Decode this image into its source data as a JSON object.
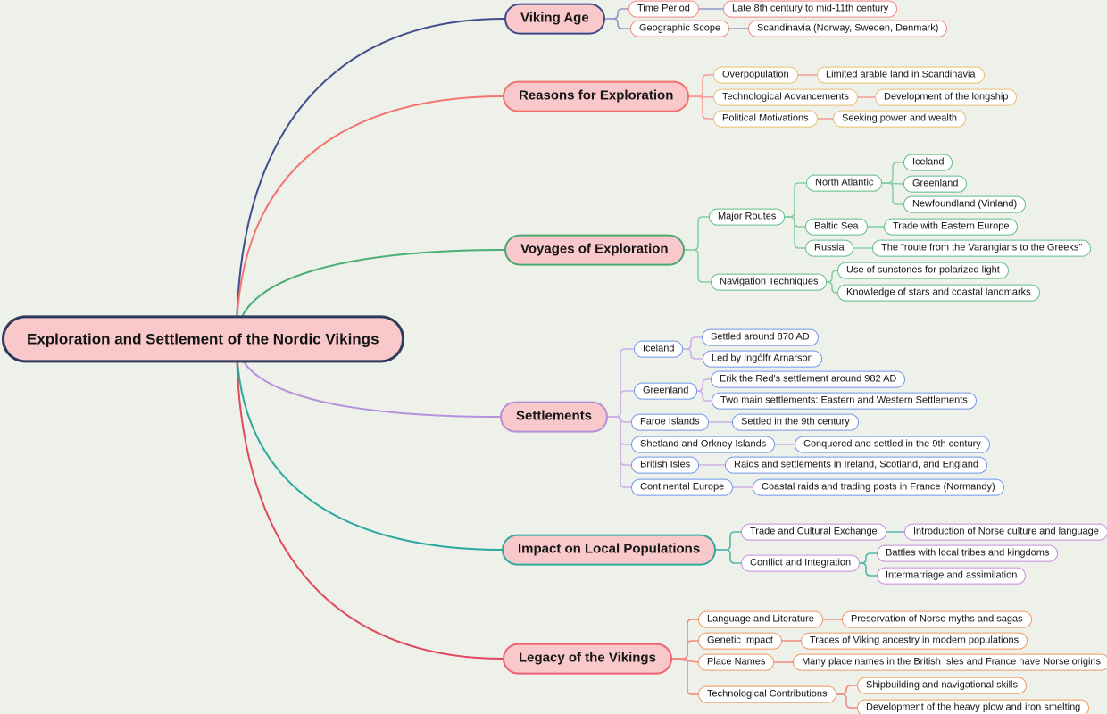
{
  "canvas": {
    "background": "#edf1ea",
    "node_fill_pink": "#f9c8ca",
    "node_fill_white": "#ffffff",
    "text_color": "#141414"
  },
  "root": {
    "id": "root",
    "label": "Exploration and Settlement of the Nordic Vikings",
    "border_color": "#2e3a5c"
  },
  "branches": [
    {
      "id": "viking-age",
      "label": "Viking Age",
      "colors": {
        "curve": "#414e8d",
        "node_border": "#3d4a8a",
        "child_border": "#f28680",
        "connector": "#9099c9"
      },
      "children": [
        {
          "id": "time-period",
          "label": "Time Period",
          "children": [
            {
              "id": "tp-era",
              "label": "Late 8th century to mid-11th century"
            }
          ]
        },
        {
          "id": "geographic-scope",
          "label": "Geographic Scope",
          "children": [
            {
              "id": "geo-scandinavia",
              "label": "Scandinavia (Norway, Sweden, Denmark)"
            }
          ]
        }
      ]
    },
    {
      "id": "reasons",
      "label": "Reasons for Exploration",
      "colors": {
        "curve": "#f4756f",
        "node_border": "#f1716c",
        "child_border": "#e9bf6e",
        "connector": "#f59d97"
      },
      "children": [
        {
          "id": "overpopulation",
          "label": "Overpopulation",
          "children": [
            {
              "id": "arable-land",
              "label": "Limited arable land in Scandinavia"
            }
          ]
        },
        {
          "id": "tech-advancements",
          "label": "Technological Advancements",
          "children": [
            {
              "id": "longship",
              "label": "Development of the longship"
            }
          ]
        },
        {
          "id": "political-motivations",
          "label": "Political Motivations",
          "children": [
            {
              "id": "power-wealth",
              "label": "Seeking power and wealth"
            }
          ]
        }
      ]
    },
    {
      "id": "voyages",
      "label": "Voyages of Exploration",
      "colors": {
        "curve": "#4bae74",
        "node_border": "#49a872",
        "child_border": "#5fbd88",
        "connector": "#85cfa4"
      },
      "children": [
        {
          "id": "major-routes",
          "label": "Major Routes",
          "children": [
            {
              "id": "north-atlantic",
              "label": "North Atlantic",
              "children": [
                {
                  "id": "iceland-route",
                  "label": "Iceland"
                },
                {
                  "id": "greenland-route",
                  "label": "Greenland"
                },
                {
                  "id": "newfoundland",
                  "label": "Newfoundland (Vinland)"
                }
              ]
            },
            {
              "id": "baltic-sea",
              "label": "Baltic Sea",
              "children": [
                {
                  "id": "trade-eastern",
                  "label": "Trade with Eastern Europe"
                }
              ]
            },
            {
              "id": "russia",
              "label": "Russia",
              "children": [
                {
                  "id": "varangian-route",
                  "label": "The \"route from the Varangians to the Greeks\""
                }
              ]
            }
          ]
        },
        {
          "id": "navigation-techniques",
          "label": "Navigation Techniques",
          "children": [
            {
              "id": "sunstones",
              "label": "Use of sunstones for polarized light"
            },
            {
              "id": "stars-landmarks",
              "label": "Knowledge of stars and coastal landmarks"
            }
          ]
        }
      ]
    },
    {
      "id": "settlements",
      "label": "Settlements",
      "colors": {
        "curve": "#b692dd",
        "node_border": "#b48fd9",
        "child_border": "#6f96e9",
        "connector": "#ccb0e8"
      },
      "children": [
        {
          "id": "settle-iceland",
          "label": "Iceland",
          "children": [
            {
              "id": "settled-870",
              "label": "Settled around 870 AD"
            },
            {
              "id": "ingolfr",
              "label": "Led by Ingólfr Arnarson"
            }
          ]
        },
        {
          "id": "settle-greenland",
          "label": "Greenland",
          "children": [
            {
              "id": "erik-982",
              "label": "Erik the Red's settlement around 982 AD"
            },
            {
              "id": "two-settlements",
              "label": "Two main settlements: Eastern and Western Settlements"
            }
          ]
        },
        {
          "id": "faroe-islands",
          "label": "Faroe Islands",
          "children": [
            {
              "id": "settled-9th",
              "label": "Settled in the 9th century"
            }
          ]
        },
        {
          "id": "shetland-orkney",
          "label": "Shetland and Orkney Islands",
          "children": [
            {
              "id": "conquered-9th",
              "label": "Conquered and settled in the 9th century"
            }
          ]
        },
        {
          "id": "british-isles",
          "label": "British Isles",
          "children": [
            {
              "id": "raids-ireland",
              "label": "Raids and settlements in Ireland, Scotland, and England"
            }
          ]
        },
        {
          "id": "continental-europe",
          "label": "Continental Europe",
          "children": [
            {
              "id": "coastal-raids",
              "label": "Coastal raids and trading posts in France (Normandy)"
            }
          ]
        }
      ]
    },
    {
      "id": "impact",
      "label": "Impact on Local Populations",
      "colors": {
        "curve": "#2ca99c",
        "node_border": "#2fa89b",
        "child_border": "#c988dc",
        "connector": "#52b7ac"
      },
      "children": [
        {
          "id": "trade-exchange",
          "label": "Trade and Cultural Exchange",
          "children": [
            {
              "id": "norse-culture",
              "label": "Introduction of Norse culture and language"
            }
          ]
        },
        {
          "id": "conflict-integration",
          "label": "Conflict and Integration",
          "children": [
            {
              "id": "battles",
              "label": "Battles with local tribes and kingdoms"
            },
            {
              "id": "intermarriage",
              "label": "Intermarriage and assimilation"
            }
          ]
        }
      ]
    },
    {
      "id": "legacy",
      "label": "Legacy of the Vikings",
      "colors": {
        "curve": "#e1495c",
        "node_border": "#ee5f6f",
        "child_border": "#f2975f",
        "connector": "#f08a80"
      },
      "children": [
        {
          "id": "language-literature",
          "label": "Language and Literature",
          "children": [
            {
              "id": "myths-sagas",
              "label": "Preservation of Norse myths and sagas"
            }
          ]
        },
        {
          "id": "genetic-impact",
          "label": "Genetic Impact",
          "children": [
            {
              "id": "viking-ancestry",
              "label": "Traces of Viking ancestry in modern populations"
            }
          ]
        },
        {
          "id": "place-names",
          "label": "Place Names",
          "children": [
            {
              "id": "norse-origins",
              "label": "Many place names in the British Isles and France have Norse origins"
            }
          ]
        },
        {
          "id": "tech-contributions",
          "label": "Technological Contributions",
          "children": [
            {
              "id": "shipbuilding",
              "label": "Shipbuilding and navigational skills"
            },
            {
              "id": "heavy-plow",
              "label": "Development of the heavy plow and iron smelting"
            }
          ]
        }
      ]
    }
  ]
}
